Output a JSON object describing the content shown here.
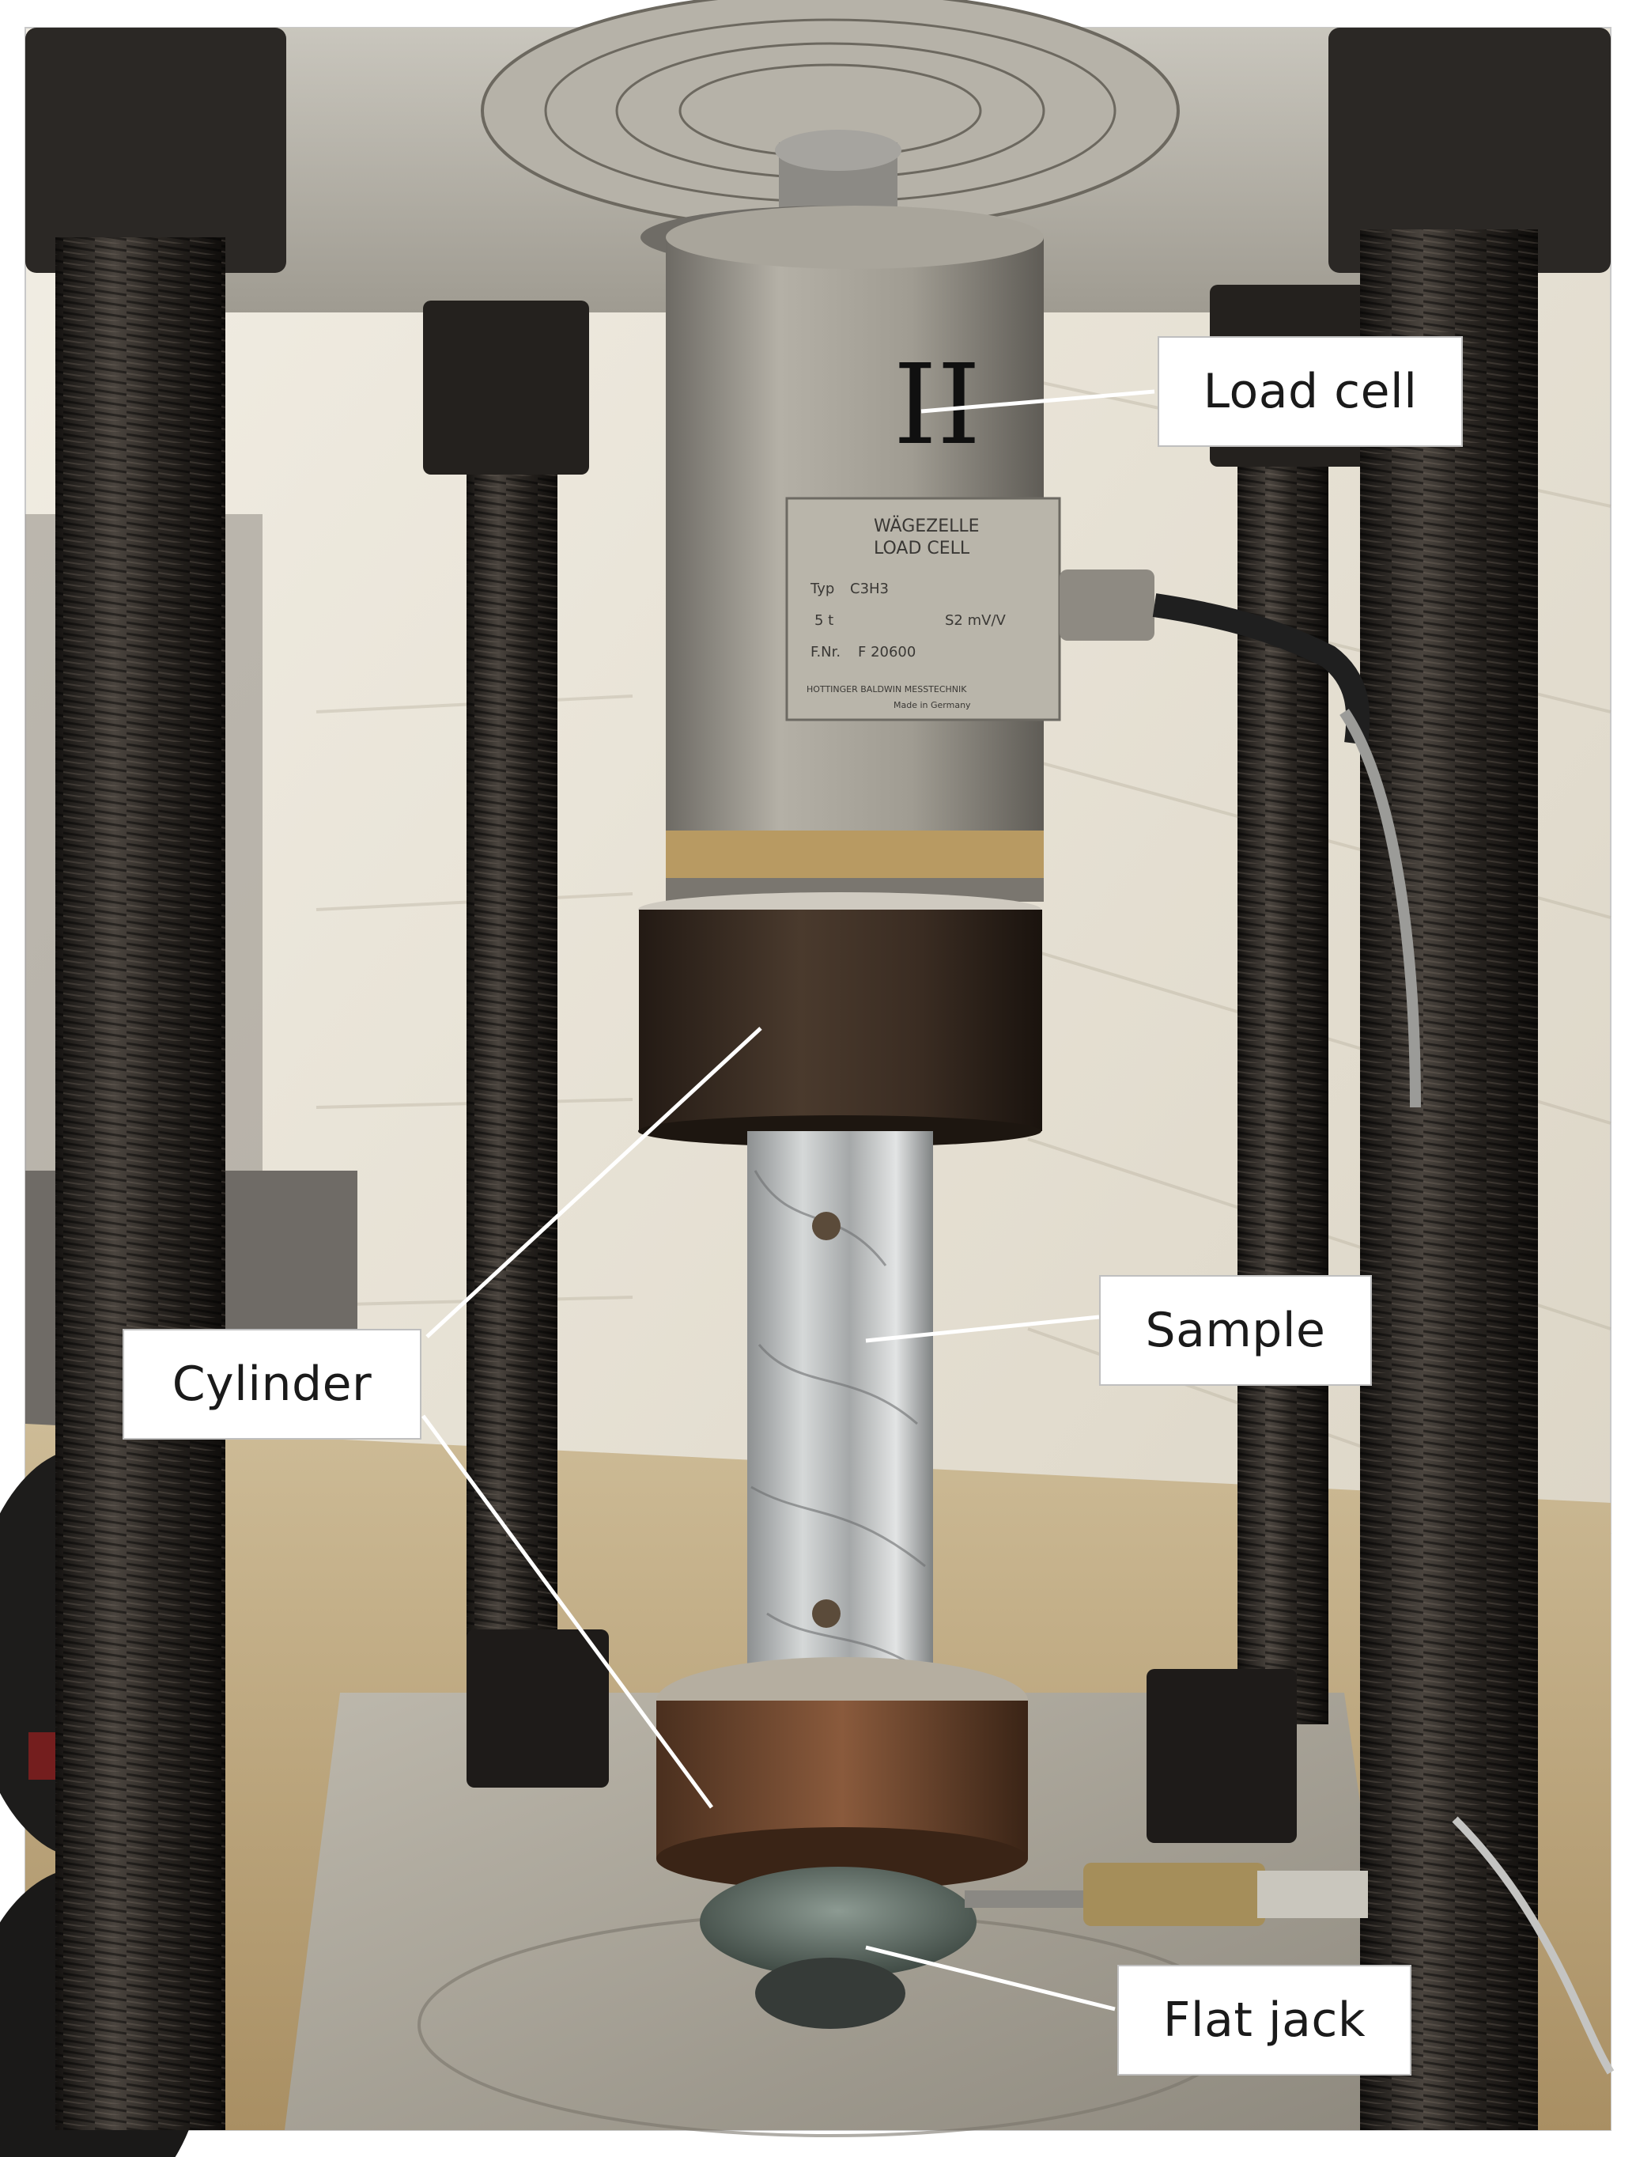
{
  "photo": {
    "subject_icon": "compression-test-rig-photo",
    "plate_text": {
      "line1": "WÄGEZELLE",
      "line2": "LOAD CELL",
      "typ_label": "Typ",
      "typ_value": "C3H3",
      "cap_value": "5 t",
      "sens_value": "S2 mV/V",
      "serial_label": "F.Nr.",
      "serial_value": "F 20600",
      "maker": "HOTTINGER BALDWIN MESSTECHNIK",
      "origin": "Made in Germany"
    },
    "marker_text": "II"
  },
  "labels": {
    "load_cell": "Load cell",
    "sample": "Sample",
    "cylinder": "Cylinder",
    "flat_jack": "Flat jack"
  },
  "colors": {
    "frame_border": "#c8c8c8",
    "wall": "#e9e4d8",
    "rod": "#2a2724",
    "load_cell_body": "#9a968c",
    "cylinder_steel": "#3a2c22",
    "sample_foil": "#b9bcbd",
    "leader_line": "#ffffff"
  }
}
